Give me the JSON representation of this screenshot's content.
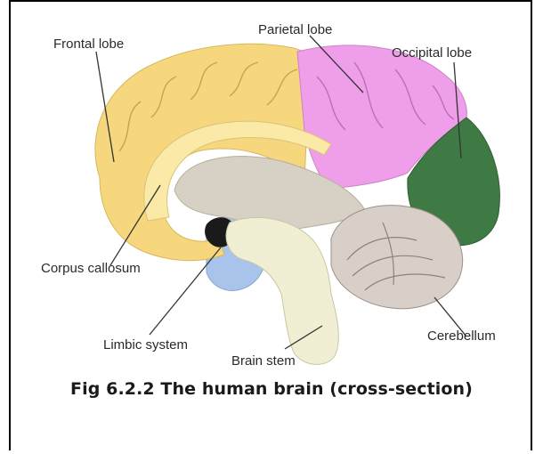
{
  "figure": {
    "caption": "Fig 6.2.2  The human brain (cross-section)",
    "labels": {
      "frontal_lobe": "Frontal lobe",
      "parietal_lobe": "Parietal lobe",
      "occipital_lobe": "Occipital lobe",
      "corpus_callosum": "Corpus callosum",
      "limbic_system": "Limbic system",
      "brain_stem": "Brain stem",
      "cerebellum": "Cerebellum"
    },
    "colors": {
      "frontal_lobe": "#f6d77e",
      "parietal_lobe": "#ef9fe9",
      "occipital_lobe": "#3f7a44",
      "limbic_system": "#a9c4ea",
      "cerebellum": "#d8cfc8",
      "brain_stem": "#f0efd4",
      "corpus_callosum": "#fbe9a8"
    }
  }
}
